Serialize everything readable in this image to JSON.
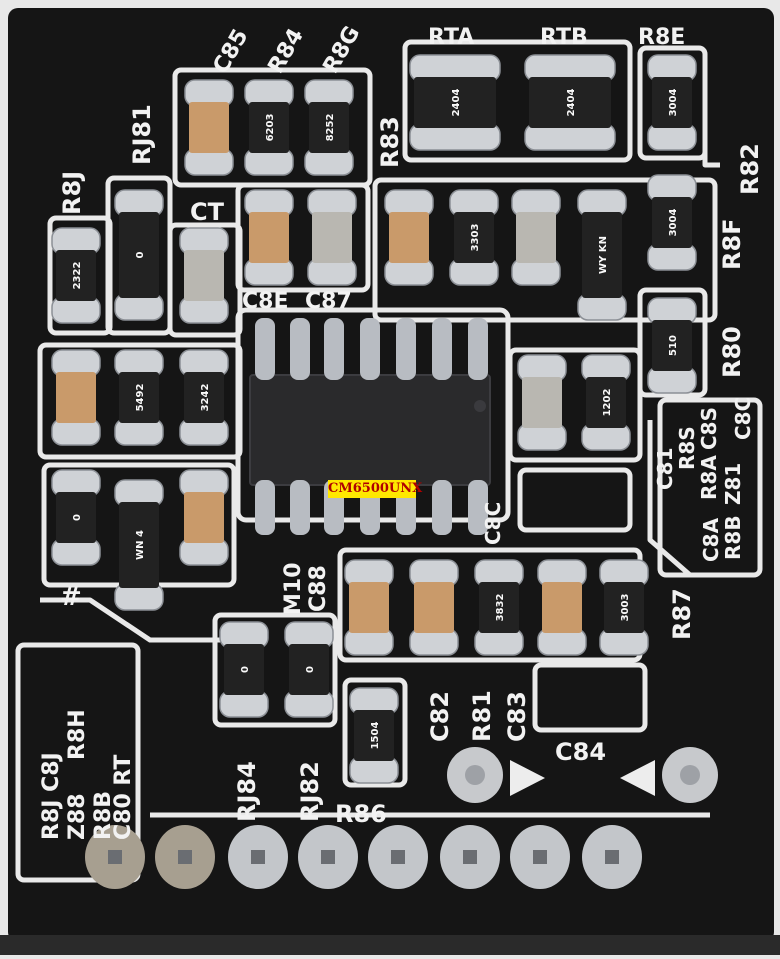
{
  "ic_label": "CM6500UNX",
  "colors": {
    "board": "#151515",
    "silk": "#f2f2f2",
    "pad": "#cfd2d6",
    "label_bg": "#ffe800",
    "label_text": "#b00000"
  },
  "refdes": [
    "C85",
    "R84",
    "R8G",
    "RTA",
    "RTB",
    "R8E",
    "RJ81",
    "R83",
    "R82",
    "R8J",
    "CT",
    "R8F",
    "C8E",
    "C87",
    "R80",
    "C81",
    "R8S",
    "C8C",
    "R8A",
    "C8S",
    "R8B",
    "Z81",
    "C8A",
    "C8C",
    "M10",
    "C88",
    "R87",
    "C82",
    "R81",
    "C83",
    "C84",
    "RJ84",
    "RJ82",
    "R86",
    "R8J C8J",
    "R8H",
    "Z88",
    "R8B",
    "C80 RT",
    "#"
  ],
  "chip_codes": [
    "6203",
    "8252",
    "2404",
    "2404",
    "3004",
    "3004",
    "3303",
    "2322",
    "0",
    "WY KN",
    "510",
    "5492",
    "3242",
    "1202",
    "0",
    "WN 4",
    "3832",
    "3003",
    "0",
    "0",
    "1504"
  ]
}
